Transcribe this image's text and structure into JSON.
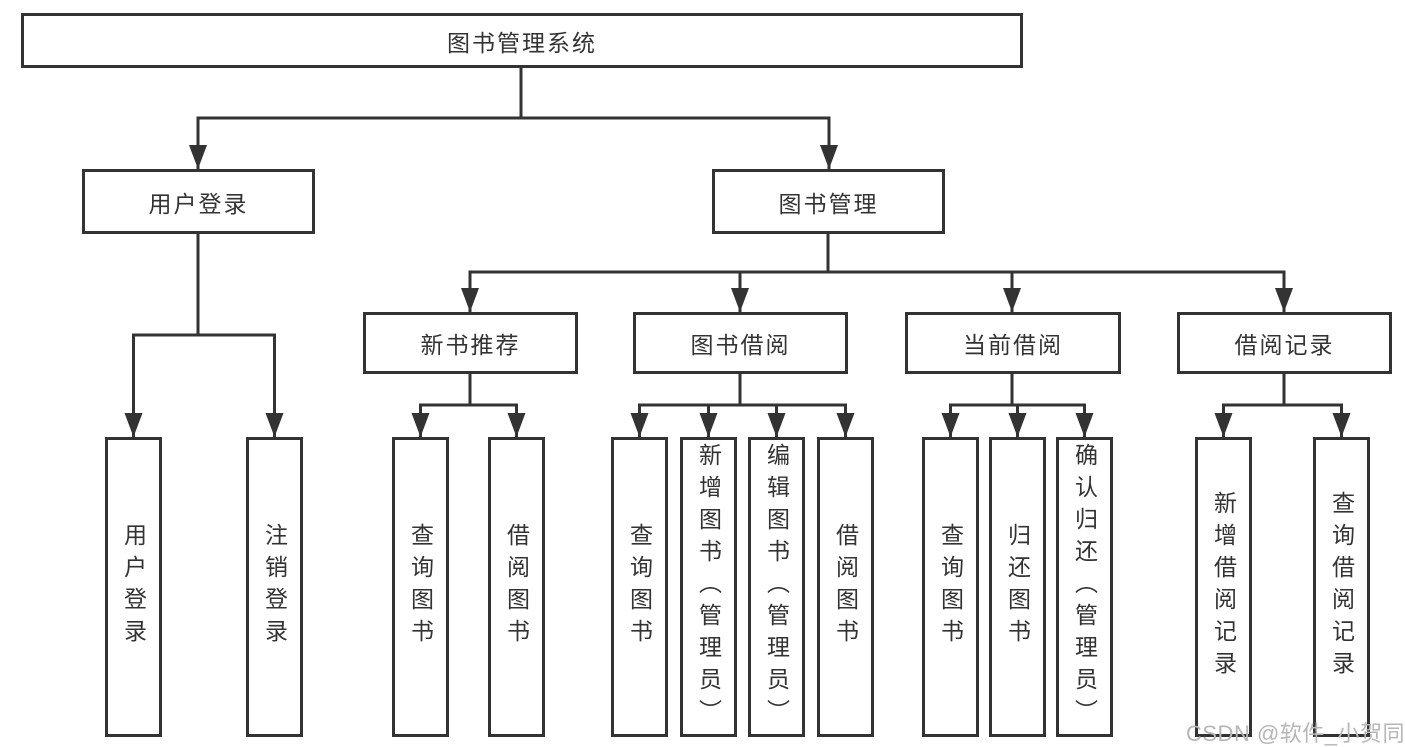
{
  "diagram_title": "图书管理系统",
  "tree": {
    "label": "图书管理系统",
    "children": [
      {
        "label": "用户登录",
        "children": [
          {
            "label": "用户登录"
          },
          {
            "label": "注销登录"
          }
        ]
      },
      {
        "label": "图书管理",
        "children": [
          {
            "label": "新书推荐",
            "children": [
              {
                "label": "查询图书"
              },
              {
                "label": "借阅图书"
              }
            ]
          },
          {
            "label": "图书借阅",
            "children": [
              {
                "label": "查询图书"
              },
              {
                "label": "新增图书（管理员）"
              },
              {
                "label": "编辑图书（管理员）"
              },
              {
                "label": "借阅图书"
              }
            ]
          },
          {
            "label": "当前借阅",
            "children": [
              {
                "label": "查询图书"
              },
              {
                "label": "归还图书"
              },
              {
                "label": "确认归还（管理员）"
              }
            ]
          },
          {
            "label": "借阅记录",
            "children": [
              {
                "label": "新增借阅记录"
              },
              {
                "label": "查询借阅记录"
              }
            ]
          }
        ]
      }
    ]
  },
  "watermark": {
    "text": "CSDN @软件_小贺同学"
  },
  "colors": {
    "line": "#333333",
    "border": "#333333",
    "text": "#333333",
    "background": "#ffffff",
    "watermark": "#b6b6b6"
  }
}
